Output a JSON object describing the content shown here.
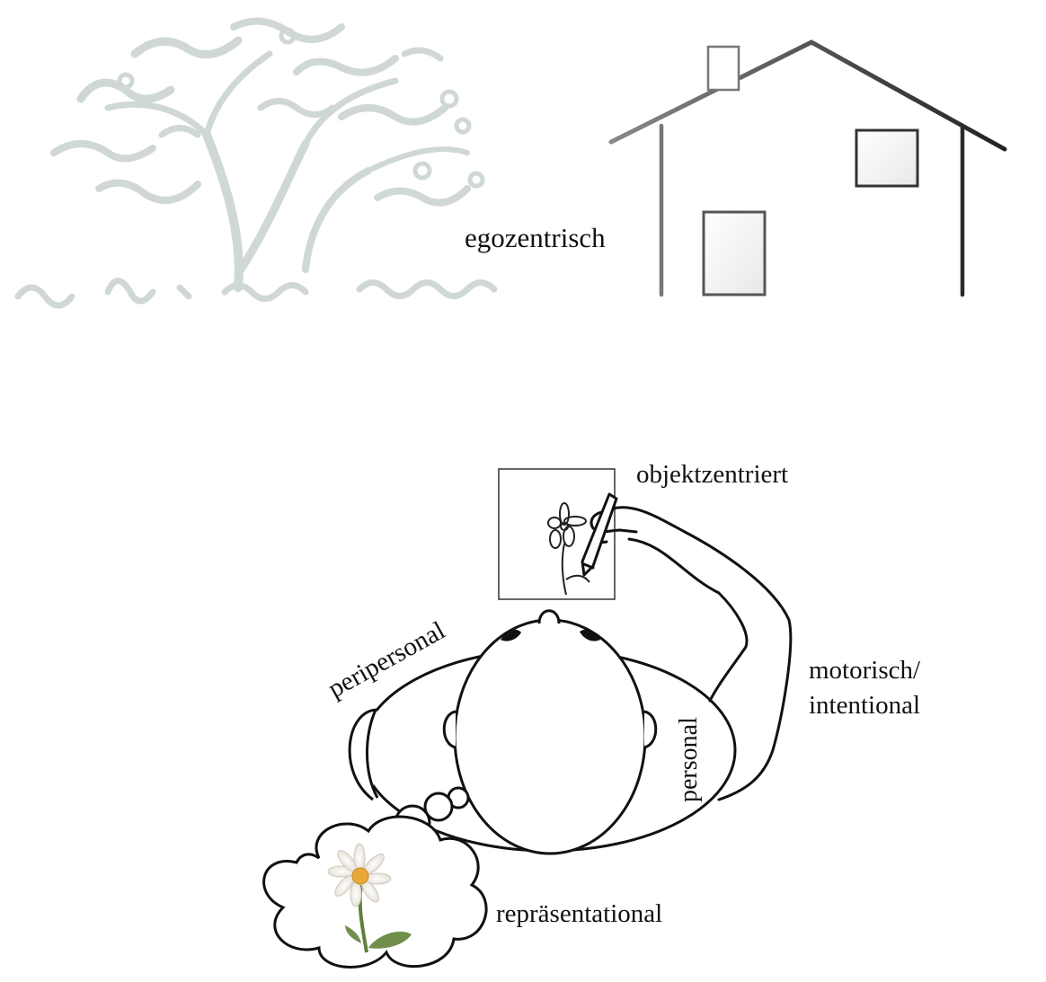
{
  "labels": {
    "egocentric": "egozentrisch",
    "object_centered": "objektzentriert",
    "peripersonal": "peripersonal",
    "personal": "personal",
    "motor_intentional_line1": "motorisch/",
    "motor_intentional_line2": "intentional",
    "representational": "repräsentational"
  },
  "colors": {
    "background": "#ffffff",
    "line": "#111111",
    "tree": "#8fa39a",
    "house_left": "#7a7a7a",
    "house_right": "#2b2b2b",
    "flower_petal": "#f4f1ea",
    "flower_center": "#e9a93a",
    "stem": "#5e7f3d"
  },
  "icons": [
    "tree-illustration",
    "house-icon",
    "head-top-view",
    "arm-with-pen",
    "thought-cloud",
    "daisy-flower"
  ]
}
